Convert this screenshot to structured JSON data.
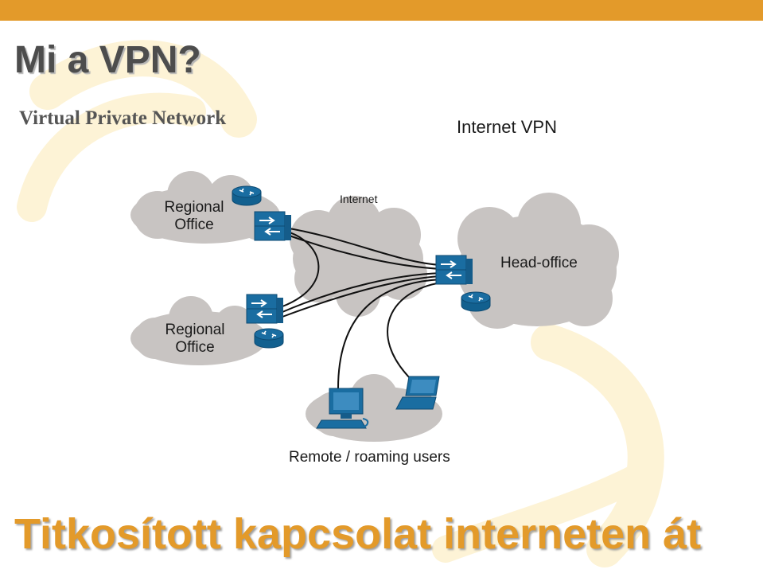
{
  "slide": {
    "title": "Mi a VPN?",
    "subtitle": "Virtual Private Network",
    "footer": "Titkosított kapcsolat interneten át"
  },
  "diagram": {
    "title": "Internet VPN",
    "internet_label": "Internet",
    "nodes": {
      "regional_office_top": [
        "Regional",
        "Office"
      ],
      "regional_office_bottom": [
        "Regional",
        "Office"
      ],
      "head_office": "Head-office",
      "remote_users": "Remote / roaming users"
    }
  },
  "colors": {
    "accent": "#e39a2a",
    "cloud_gray": "#c8c4c2",
    "device_blue": "#1a6da1",
    "title_gray": "#4d4d4d"
  }
}
